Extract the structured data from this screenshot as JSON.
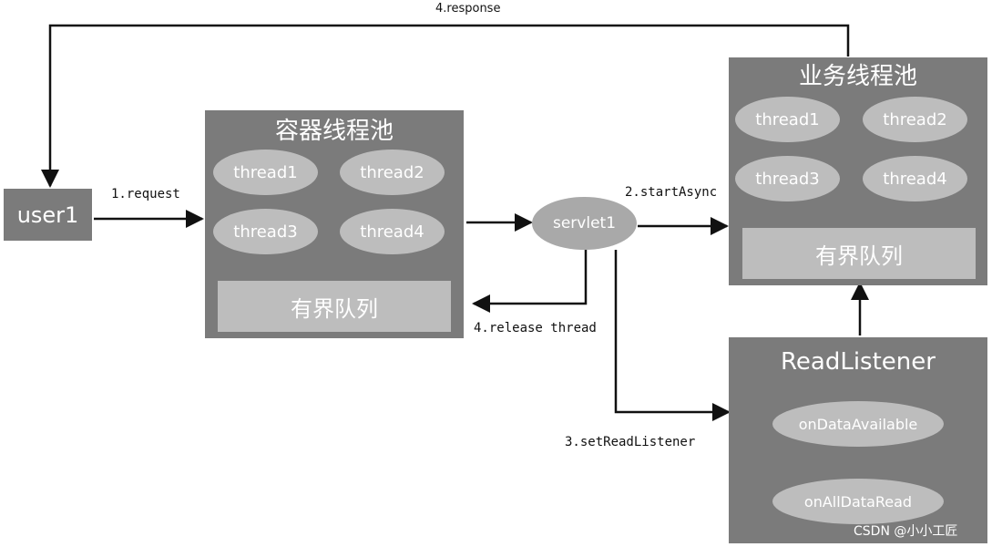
{
  "user": {
    "label": "user1"
  },
  "container_pool": {
    "title": "容器线程池",
    "threads": [
      "thread1",
      "thread2",
      "thread3",
      "thread4"
    ],
    "queue": "有界队列"
  },
  "servlet": {
    "label": "servlet1"
  },
  "business_pool": {
    "title": "业务线程池",
    "threads": [
      "thread1",
      "thread2",
      "thread3",
      "thread4"
    ],
    "queue": "有界队列"
  },
  "read_listener": {
    "title": "ReadListener",
    "methods": [
      "onDataAvailable",
      "onAllDataRead"
    ]
  },
  "edges": {
    "request": "1.request",
    "start_async": "2.startAsync",
    "set_read_listener": "3.setReadListener",
    "release_thread": "4.release thread",
    "response": "4.response"
  },
  "watermark": "CSDN @小小工匠"
}
